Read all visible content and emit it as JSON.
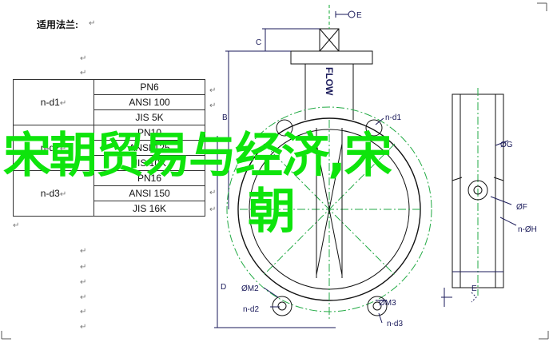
{
  "doc": {
    "title": "适用法兰:",
    "para_mark": "↵"
  },
  "flange_table": {
    "rows": [
      {
        "group": "n-d1",
        "standard": "PN6"
      },
      {
        "group": "",
        "standard": "ANSI 100"
      },
      {
        "group": "",
        "standard": "JIS 5K"
      },
      {
        "group": "n-d2",
        "standard": "PN10"
      },
      {
        "group": "",
        "standard": "ANSI 125"
      },
      {
        "group": "",
        "standard": "JIS 10K"
      },
      {
        "group": "n-d3",
        "standard": "PN16"
      },
      {
        "group": "",
        "standard": "ANSI 150"
      },
      {
        "group": "",
        "standard": "JIS 16K"
      }
    ]
  },
  "drawing": {
    "flow_label": "FLOW",
    "dim_labels": {
      "E": "E",
      "C": "C",
      "B": "B",
      "D": "D",
      "G": "ØG",
      "F": "ØF",
      "H": "n-ØH",
      "M2": "ØM2",
      "M3": "ØM3",
      "d1": "n-d1",
      "d2": "n-d2",
      "d3": "n-d3"
    }
  },
  "overlay": {
    "line1": "宋朝贸易与经济,宋",
    "line2": "朝",
    "color": "#0ee40c"
  }
}
